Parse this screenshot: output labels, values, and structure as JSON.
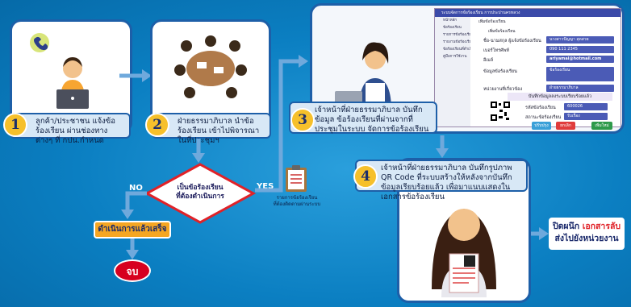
{
  "steps": {
    "s1": {
      "num": "1",
      "text": "ลูกค้า/ประชาชน แจ้งข้อร้องเรียน ผ่านช่องทางต่างๆ ที่ กปน.กำหนด"
    },
    "s2": {
      "num": "2",
      "text": "ฝ่ายธรรมาภิบาล นำข้อร้องเรียน เข้าไปพิจารณาในที่ประชุมฯ"
    },
    "s3": {
      "num": "3",
      "text": "เจ้าหน้าที่ฝ่ายธรรมาภิบาล บันทึกข้อมูล ข้อร้องเรียนที่ผ่านจากที่ประชุมในระบบ จัดการข้อร้องเรียน"
    },
    "s4": {
      "num": "4",
      "text": "เจ้าหน้าที่ฝ่ายธรรมาภิบาล บันทึกรูปภาพ QR Code ที่ระบบสร้างให้หลังจากบันทึกข้อมูลเรียบร้อยแล้ว เพื่อมาแนบแสดงในเอกสารข้อร้องเรียน"
    }
  },
  "decision": {
    "text_line1": "เป็นข้อร้องเรียน",
    "text_line2": "ที่ต้องดำเนินการ",
    "no_label": "NO",
    "yes_label": "YES"
  },
  "done_box": "ดำเนินการแล้วเสร็จ",
  "end_label": "จบ",
  "clipboard_caption_line1": "รายการข้อร้องเรียน",
  "clipboard_caption_line2": "ที่ต้องติดตามผ่านระบบ",
  "final_note": {
    "part1": "ปิดผนึก ",
    "highlight": "เอกสารลับ",
    "line2": "ส่งไปยังหน่วยงาน"
  },
  "mock": {
    "title": "ระบบจัดการข้อร้องเรียน การประปานครหลวง",
    "tab": "เพิ่มข้อร้องเรียน",
    "sub_tab": "เพิ่มข้อร้องเรียน",
    "sidebar": [
      "หน้าหลัก",
      "ข้อร้องเรียน",
      "รายการข้อร้องเรียนที่ต้องดำเนินการ",
      "รายงานข้อร้องเรียน",
      "ข้อร้องเรียนที่ดำเนินการแล้ว",
      "คู่มือการใช้งาน"
    ],
    "rows": [
      {
        "label": "ชื่อ-นามสกุล ผู้แจ้งข้อร้องเรียน",
        "value": "นางสาวปัญญา สุดสวย"
      },
      {
        "label": "เบอร์โทรศัพท์",
        "value": "090 111 2345"
      },
      {
        "label": "อีเมล์",
        "value": "ariyamai@hotmail.com"
      },
      {
        "label": "ข้อมูลข้อร้องเรียน",
        "value": "ข้อร้องเรียน"
      },
      {
        "label": "หน่วยงานที่เกี่ยวข้อง",
        "value": "ฝ่ายธรรมาภิบาล"
      }
    ],
    "qr_banner": "บันทึกข้อมูลลงระบบเรียบร้อยแล้ว",
    "id_label": "รหัสข้อร้องเรียน",
    "id_value": "600026",
    "status_label": "สถานะข้อร้องเรียน",
    "status_value": "รับเรื่อง",
    "buttons": [
      "ปรับปรุง",
      "ยกเลิก",
      "เพิ่มใหม่"
    ]
  }
}
